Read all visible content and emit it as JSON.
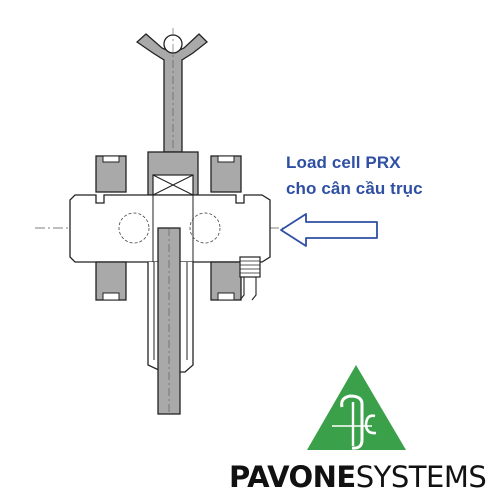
{
  "annotation": {
    "line1": "Load cell PRX",
    "line2": "cho cân cầu trục",
    "color": "#2f4fa3"
  },
  "brand": {
    "name_bold": "PAVONE",
    "name_light": "SYSTEMS",
    "logo_green": "#3aa14a",
    "text_color": "#111111"
  },
  "drawing": {
    "part_fill": "#a9a9a9",
    "line_color": "#222222"
  }
}
